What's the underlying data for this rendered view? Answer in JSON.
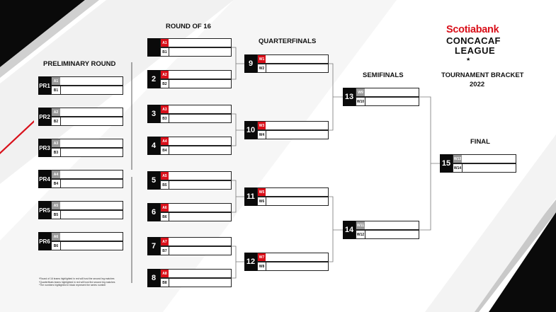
{
  "headers": {
    "preliminary": "PRELIMINARY ROUND",
    "round16": "ROUND OF 16",
    "quarterfinals": "QUARTERFINALS",
    "semifinals": "SEMIFINALS",
    "final": "FINAL",
    "bracket_title": "TOURNAMENT BRACKET",
    "year": "2022"
  },
  "logo": {
    "brand": "Scotiabank",
    "line1": "CONCACAF",
    "line2": "LEAGUE",
    "star": "★"
  },
  "preliminary": [
    {
      "label": "PR1",
      "top": "A1",
      "bottom": "B1"
    },
    {
      "label": "PR2",
      "top": "A2",
      "bottom": "B2"
    },
    {
      "label": "PR3",
      "top": "A3",
      "bottom": "B3"
    },
    {
      "label": "PR4",
      "top": "A4",
      "bottom": "B4"
    },
    {
      "label": "PR5",
      "top": "A5",
      "bottom": "B5"
    },
    {
      "label": "PR6",
      "top": "A6",
      "bottom": "B6"
    }
  ],
  "round16": [
    {
      "label": "",
      "top": "A1",
      "bottom": "B1"
    },
    {
      "label": "2",
      "top": "A2",
      "bottom": "B2"
    },
    {
      "label": "3",
      "top": "A3",
      "bottom": "B3"
    },
    {
      "label": "4",
      "top": "A4",
      "bottom": "B4"
    },
    {
      "label": "5",
      "top": "A5",
      "bottom": "B5"
    },
    {
      "label": "6",
      "top": "A6",
      "bottom": "B6"
    },
    {
      "label": "7",
      "top": "A7",
      "bottom": "B7"
    },
    {
      "label": "8",
      "top": "A8",
      "bottom": "B8"
    }
  ],
  "quarterfinals": [
    {
      "label": "9",
      "top": "W1",
      "bottom": "W2"
    },
    {
      "label": "10",
      "top": "W3",
      "bottom": "W4"
    },
    {
      "label": "11",
      "top": "W5",
      "bottom": "W6"
    },
    {
      "label": "12",
      "top": "W7",
      "bottom": "W8"
    }
  ],
  "semifinals": [
    {
      "label": "13",
      "top": "W9",
      "bottom": "W10"
    },
    {
      "label": "14",
      "top": "W11",
      "bottom": "W12"
    }
  ],
  "final": {
    "label": "15",
    "top": "W13",
    "bottom": "W14"
  },
  "notes": [
    "*Round of 16 teams highlighted in red will host the second leg matches",
    "*Quarterfinals teams highlighted in red will host the second leg matches",
    "*The numbers highlighted in black represent the series number"
  ]
}
